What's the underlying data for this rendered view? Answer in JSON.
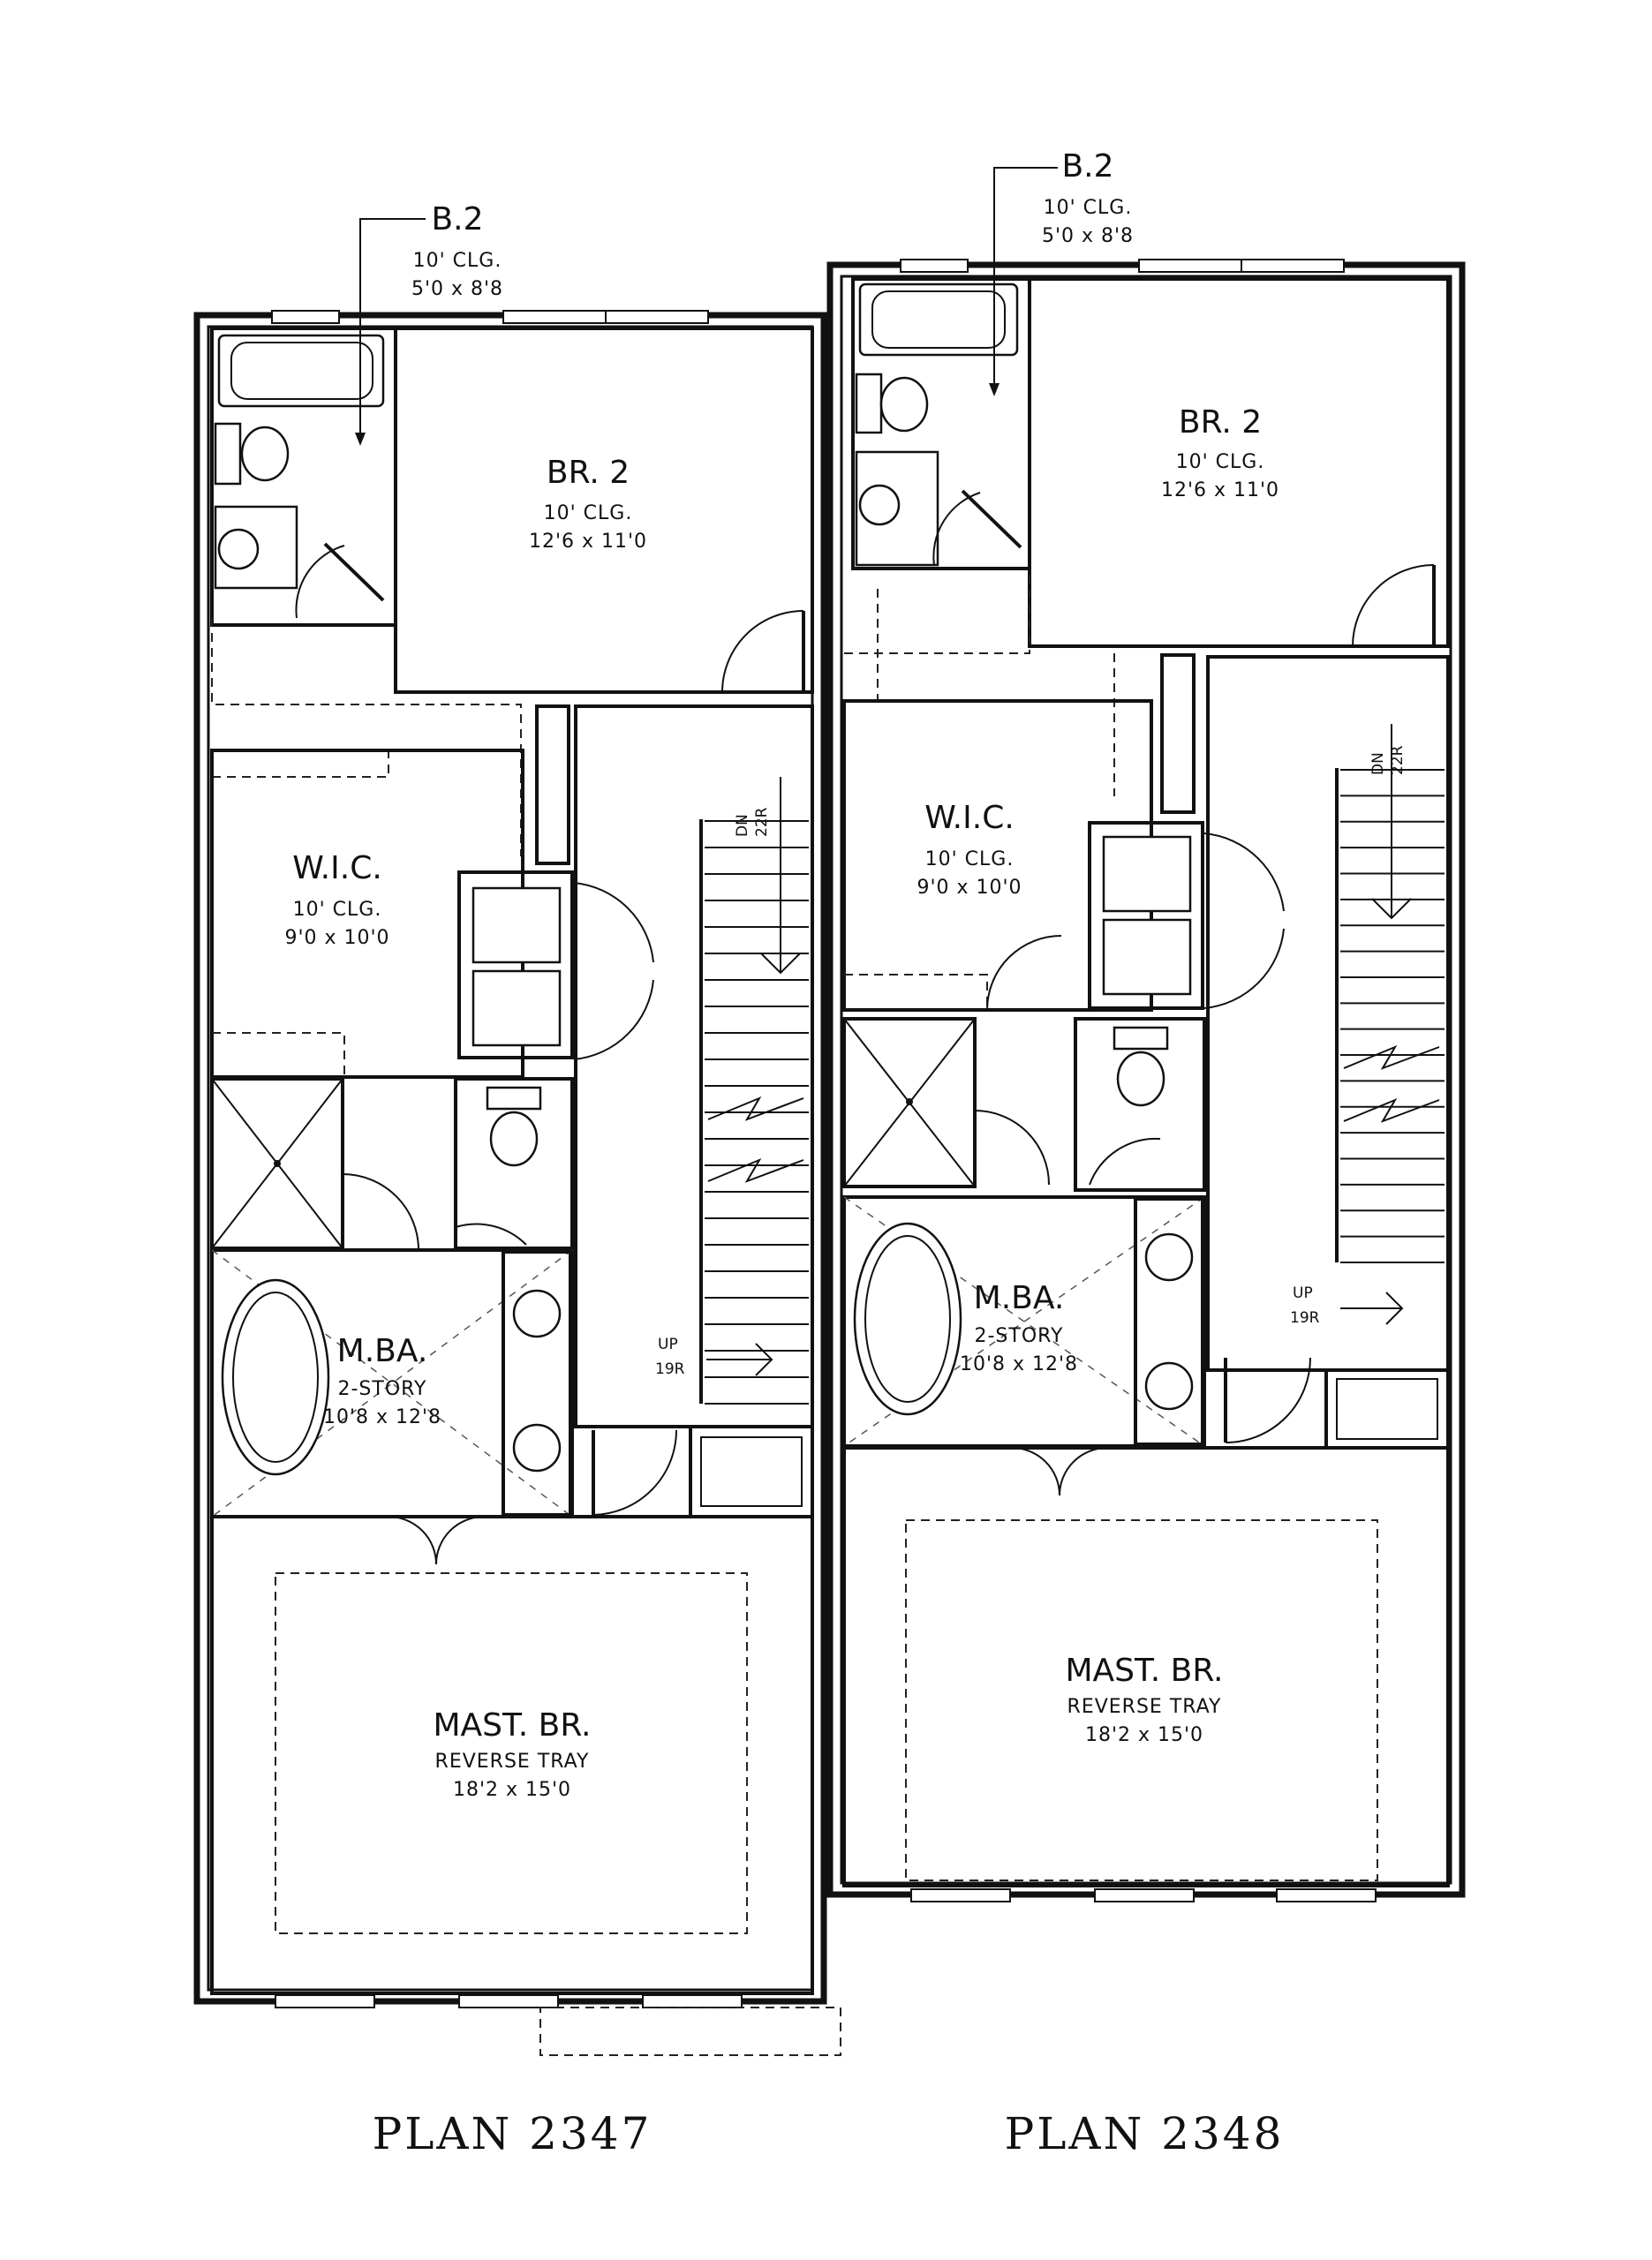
{
  "plans": [
    {
      "label": "PLAN 2347",
      "rooms": {
        "bath2": {
          "name": "B.2",
          "ceiling": "10' CLG.",
          "size": "5'0 x 8'8"
        },
        "bedroom2": {
          "name": "BR. 2",
          "ceiling": "10' CLG.",
          "size": "12'6 x 11'0"
        },
        "wic": {
          "name": "W.I.C.",
          "ceiling": "10' CLG.",
          "size": "9'0 x 10'0"
        },
        "mba": {
          "name": "M.BA.",
          "ceiling": "2-STORY",
          "size": "10'8 x 12'8"
        },
        "master": {
          "name": "MAST. BR.",
          "ceiling": "REVERSE TRAY",
          "size": "18'2 x 15'0"
        }
      },
      "stairs": {
        "down": "DN",
        "down_risers": "22R",
        "up": "UP",
        "up_risers": "19R"
      }
    },
    {
      "label": "PLAN 2348",
      "rooms": {
        "bath2": {
          "name": "B.2",
          "ceiling": "10' CLG.",
          "size": "5'0 x 8'8"
        },
        "bedroom2": {
          "name": "BR. 2",
          "ceiling": "10' CLG.",
          "size": "12'6 x 11'0"
        },
        "wic": {
          "name": "W.I.C.",
          "ceiling": "10' CLG.",
          "size": "9'0 x 10'0"
        },
        "mba": {
          "name": "M.BA.",
          "ceiling": "2-STORY",
          "size": "10'8 x 12'8"
        },
        "master": {
          "name": "MAST. BR.",
          "ceiling": "REVERSE TRAY",
          "size": "18'2 x 15'0"
        }
      },
      "stairs": {
        "down": "DN",
        "down_risers": "22R",
        "up": "UP",
        "up_risers": "19R"
      }
    }
  ]
}
